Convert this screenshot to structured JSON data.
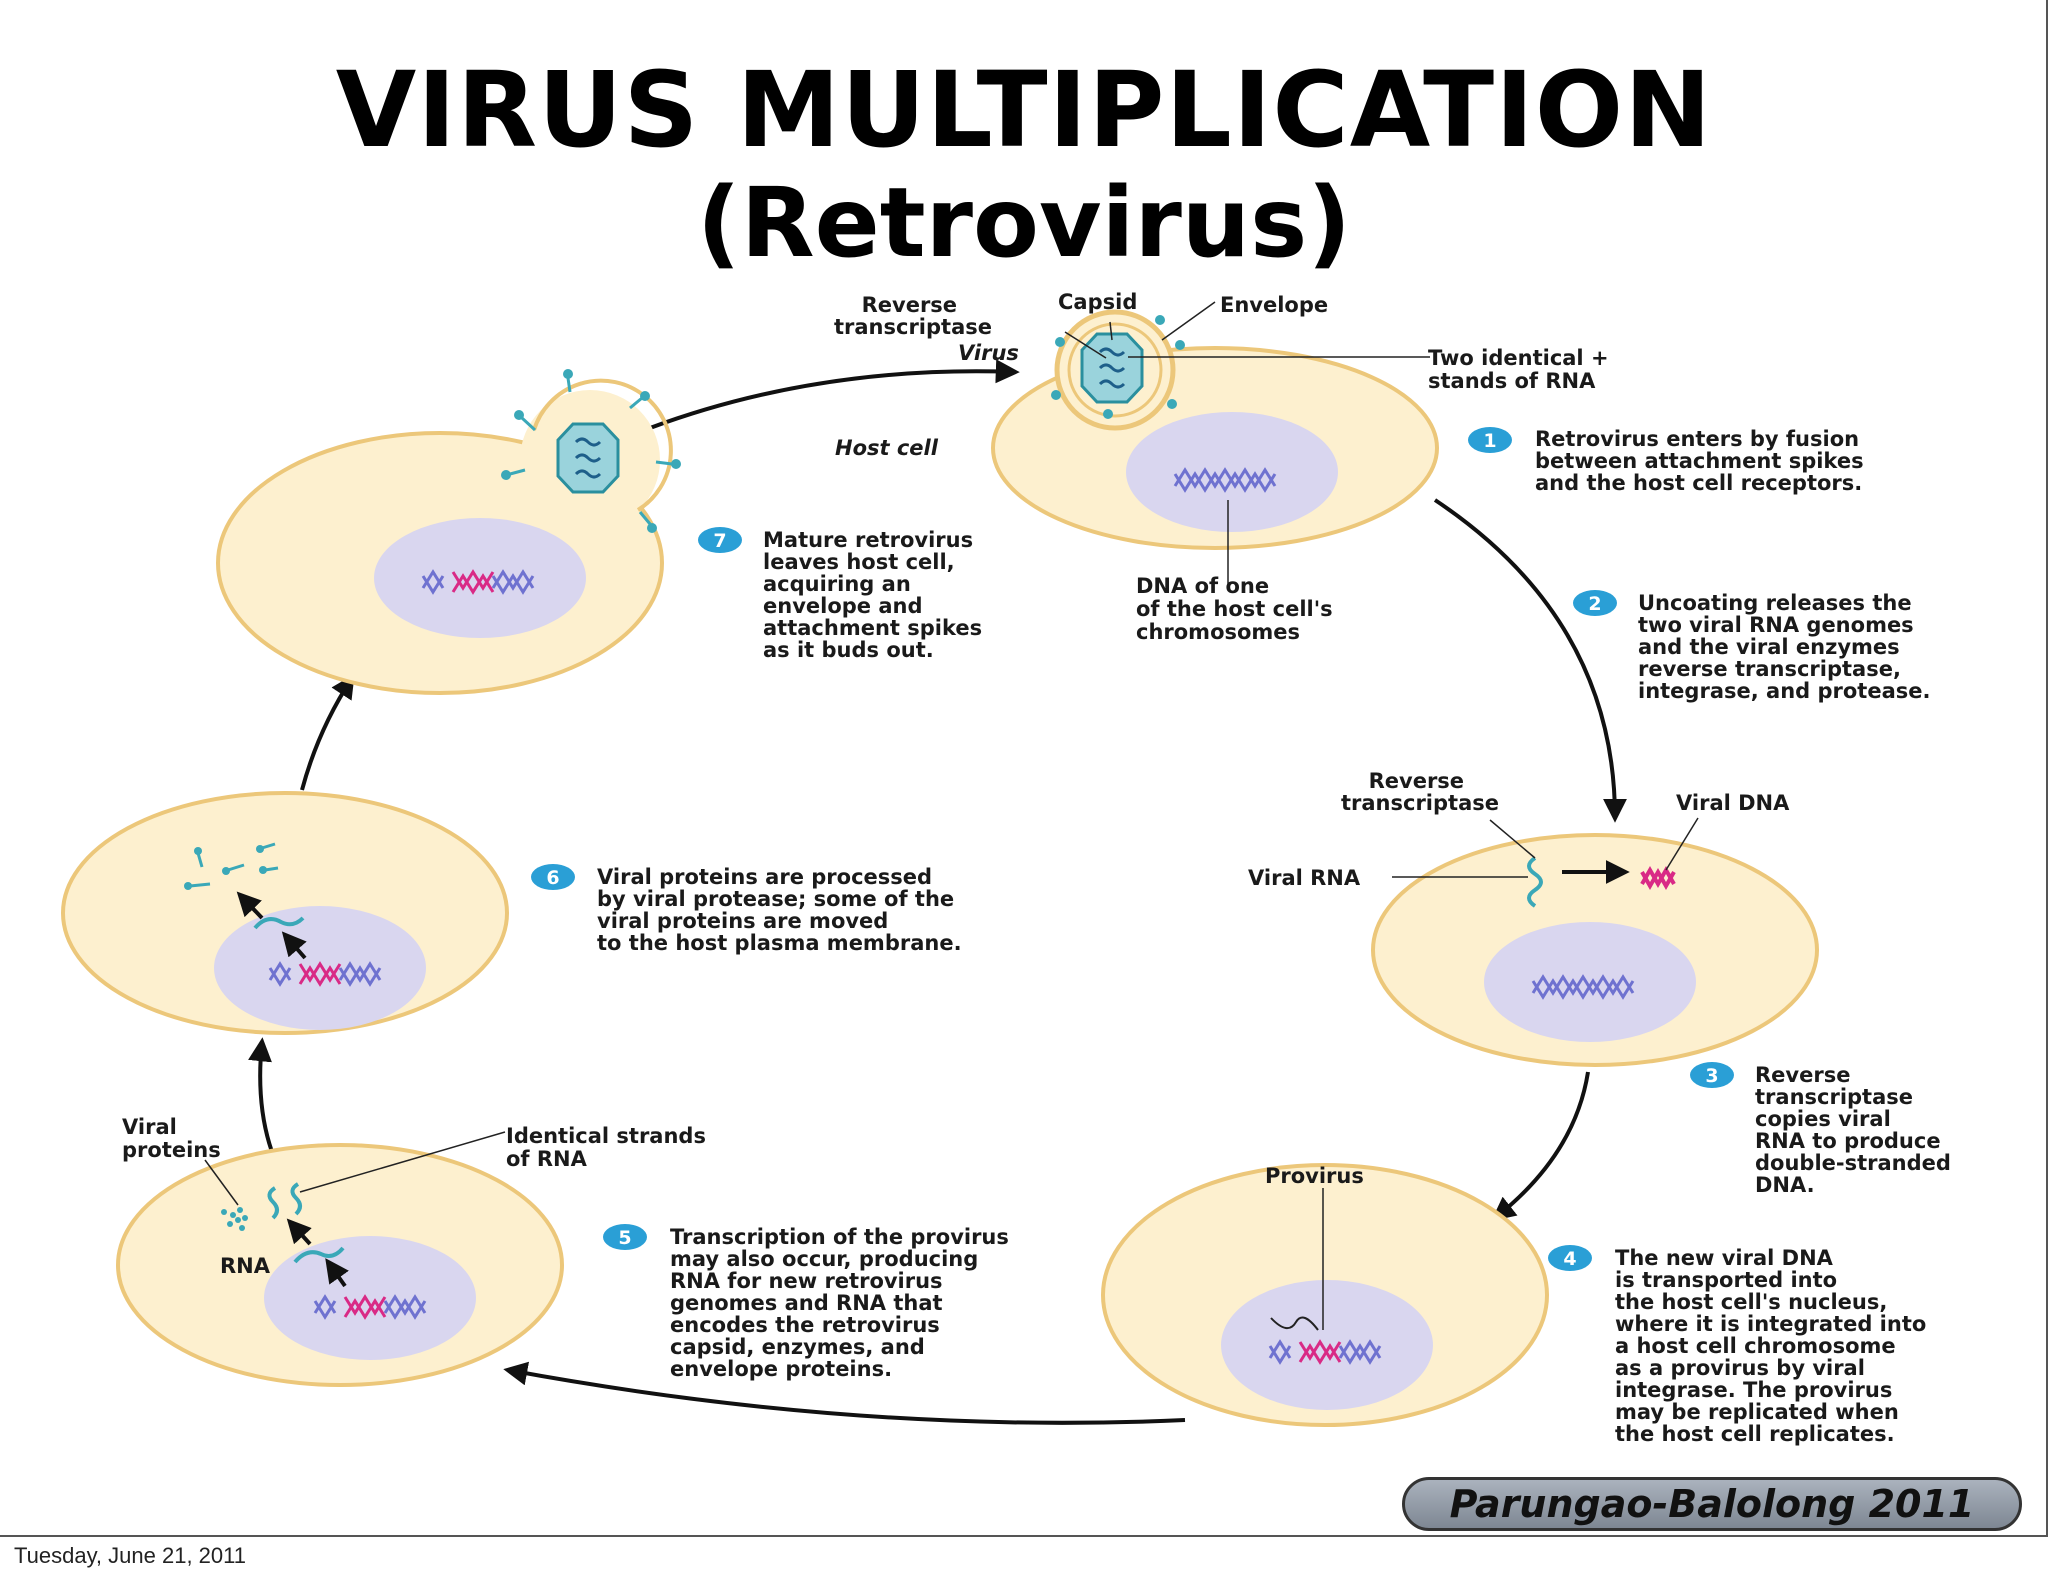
{
  "title_line1": "VIRUS MULTIPLICATION",
  "title_line2": "(Retrovirus)",
  "labels": {
    "capsid": "Capsid",
    "envelope": "Envelope",
    "rt_top": [
      "Reverse",
      "transcriptase"
    ],
    "virus": "Virus",
    "rna_strands": [
      "Two identical +",
      "stands of RNA"
    ],
    "host_cell": "Host cell",
    "host_dna": [
      "DNA of one",
      "of the host cell's",
      "chromosomes"
    ],
    "rt_mid": [
      "Reverse",
      "transcriptase"
    ],
    "viral_dna": "Viral DNA",
    "viral_rna": "Viral RNA",
    "provirus": "Provirus",
    "viral_proteins": [
      "Viral",
      "proteins"
    ],
    "identical_strands": [
      "Identical strands",
      "of RNA"
    ],
    "rna": "RNA"
  },
  "steps": [
    {
      "num": "1",
      "lines": [
        "Retrovirus enters by fusion",
        "between attachment spikes",
        "and the host cell receptors."
      ]
    },
    {
      "num": "2",
      "lines": [
        "Uncoating releases the",
        "two viral RNA genomes",
        "and the viral enzymes",
        "reverse transcriptase,",
        "integrase, and protease."
      ]
    },
    {
      "num": "3",
      "lines": [
        "Reverse",
        "transcriptase",
        "copies viral",
        "RNA to produce",
        "double-stranded",
        "DNA."
      ]
    },
    {
      "num": "4",
      "lines": [
        "The new viral DNA",
        "is transported into",
        "the host cell's nucleus,",
        "where it is integrated into",
        "a host cell chromosome",
        "as a provirus by viral",
        "integrase. The provirus",
        "may be replicated when",
        "the host cell replicates."
      ]
    },
    {
      "num": "5",
      "lines": [
        "Transcription of the provirus",
        "may also occur, producing",
        "RNA for new retrovirus",
        "genomes and RNA that",
        "encodes the retrovirus",
        "capsid, enzymes, and",
        "envelope proteins."
      ]
    },
    {
      "num": "6",
      "lines": [
        "Viral proteins are processed",
        "by viral protease; some of the",
        "viral proteins are moved",
        "to the host plasma membrane."
      ]
    },
    {
      "num": "7",
      "lines": [
        "Mature retrovirus",
        "leaves host cell,",
        "acquiring an",
        "envelope and",
        "attachment spikes",
        "as it buds out."
      ]
    }
  ],
  "credit": "Parungao-Balolong 2011",
  "footer_date": "Tuesday, June 21, 2011",
  "colors": {
    "cell_fill": "#fdf0cf",
    "cell_stroke": "#ecc77a",
    "nucleus": "#d9d6ef",
    "dna_blue": "#6f72d0",
    "dna_pink": "#d92a86",
    "viral_teal": "#3aa8b8",
    "step_circle": "#2a9fd6"
  }
}
